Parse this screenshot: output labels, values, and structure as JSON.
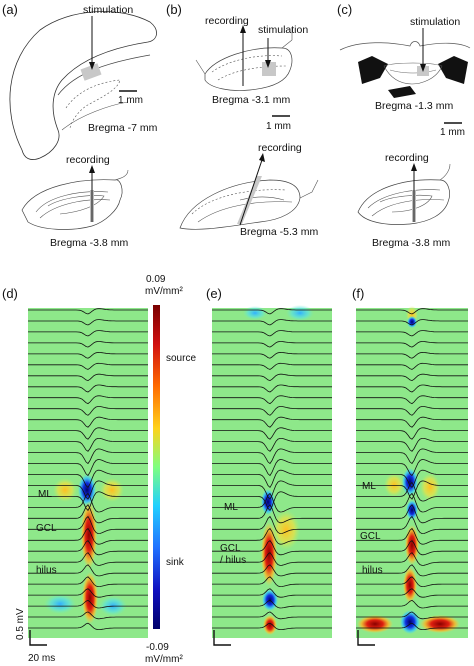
{
  "panel_a": {
    "label": "(a)",
    "stimulation": "stimulation",
    "scale": "1 mm",
    "bregma_top": "Bregma -7 mm",
    "recording": "recording",
    "bregma_bottom": "Bregma -3.8 mm"
  },
  "panel_b": {
    "label": "(b)",
    "recording": "recording",
    "stimulation": "stimulation",
    "bregma_top": "Bregma -3.1 mm",
    "scale": "1 mm",
    "recording_bottom": "recording",
    "bregma_bottom": "Bregma -5.3 mm"
  },
  "panel_c": {
    "label": "(c)",
    "stimulation": "stimulation",
    "bregma_top": "Bregma -1.3 mm",
    "scale": "1 mm",
    "recording": "recording",
    "bregma_bottom": "Bregma -3.8 mm"
  },
  "panel_d": {
    "label": "(d)",
    "layers": [
      "ML",
      "GCL",
      "hilus"
    ],
    "scale_v": "0.5 mV",
    "scale_t": "20 ms"
  },
  "panel_e": {
    "label": "(e)",
    "layers": [
      "ML",
      "GCL",
      "/ hilus"
    ]
  },
  "panel_f": {
    "label": "(f)",
    "layers": [
      "ML",
      "GCL",
      "hilus"
    ]
  },
  "colorbar": {
    "max_value": "0.09",
    "max_unit": "mV/mm²",
    "source": "source",
    "sink": "sink",
    "min_value": "-0.09",
    "min_unit": "mV/mm²"
  }
}
